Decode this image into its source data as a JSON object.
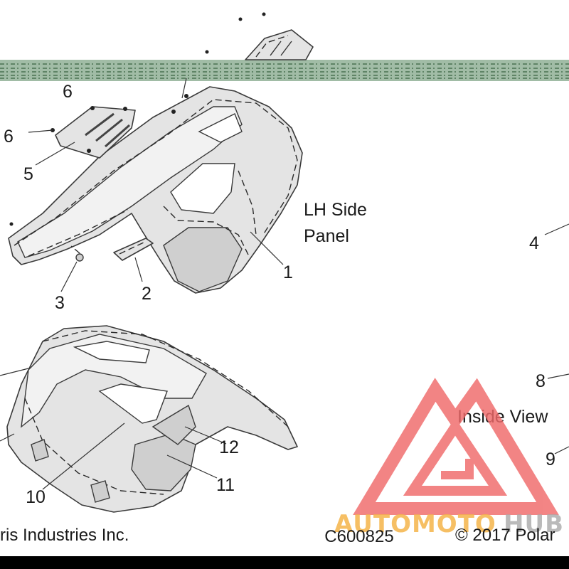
{
  "panel_title": {
    "line1": "LH Side",
    "line2": "Panel"
  },
  "inside_view": "Inside View",
  "callouts": {
    "c1": "1",
    "c2": "2",
    "c3": "3",
    "c4": "4",
    "c5": "5",
    "c6a": "6",
    "c6b": "6",
    "c8": "8",
    "c9": "9",
    "c10": "10",
    "c11": "11",
    "c12": "12"
  },
  "footer": {
    "left": "ris Industries Inc.",
    "center": "C600825",
    "right": "© 2017 Polar"
  },
  "watermark": {
    "brand_a": "AUTOMOTO",
    "brand_b": "HUB"
  },
  "colors": {
    "band_green": "#2f6b3b",
    "watermark_red": "#f06a6a",
    "watermark_orange": "#f5b54a",
    "footer_bar": "#000000"
  }
}
